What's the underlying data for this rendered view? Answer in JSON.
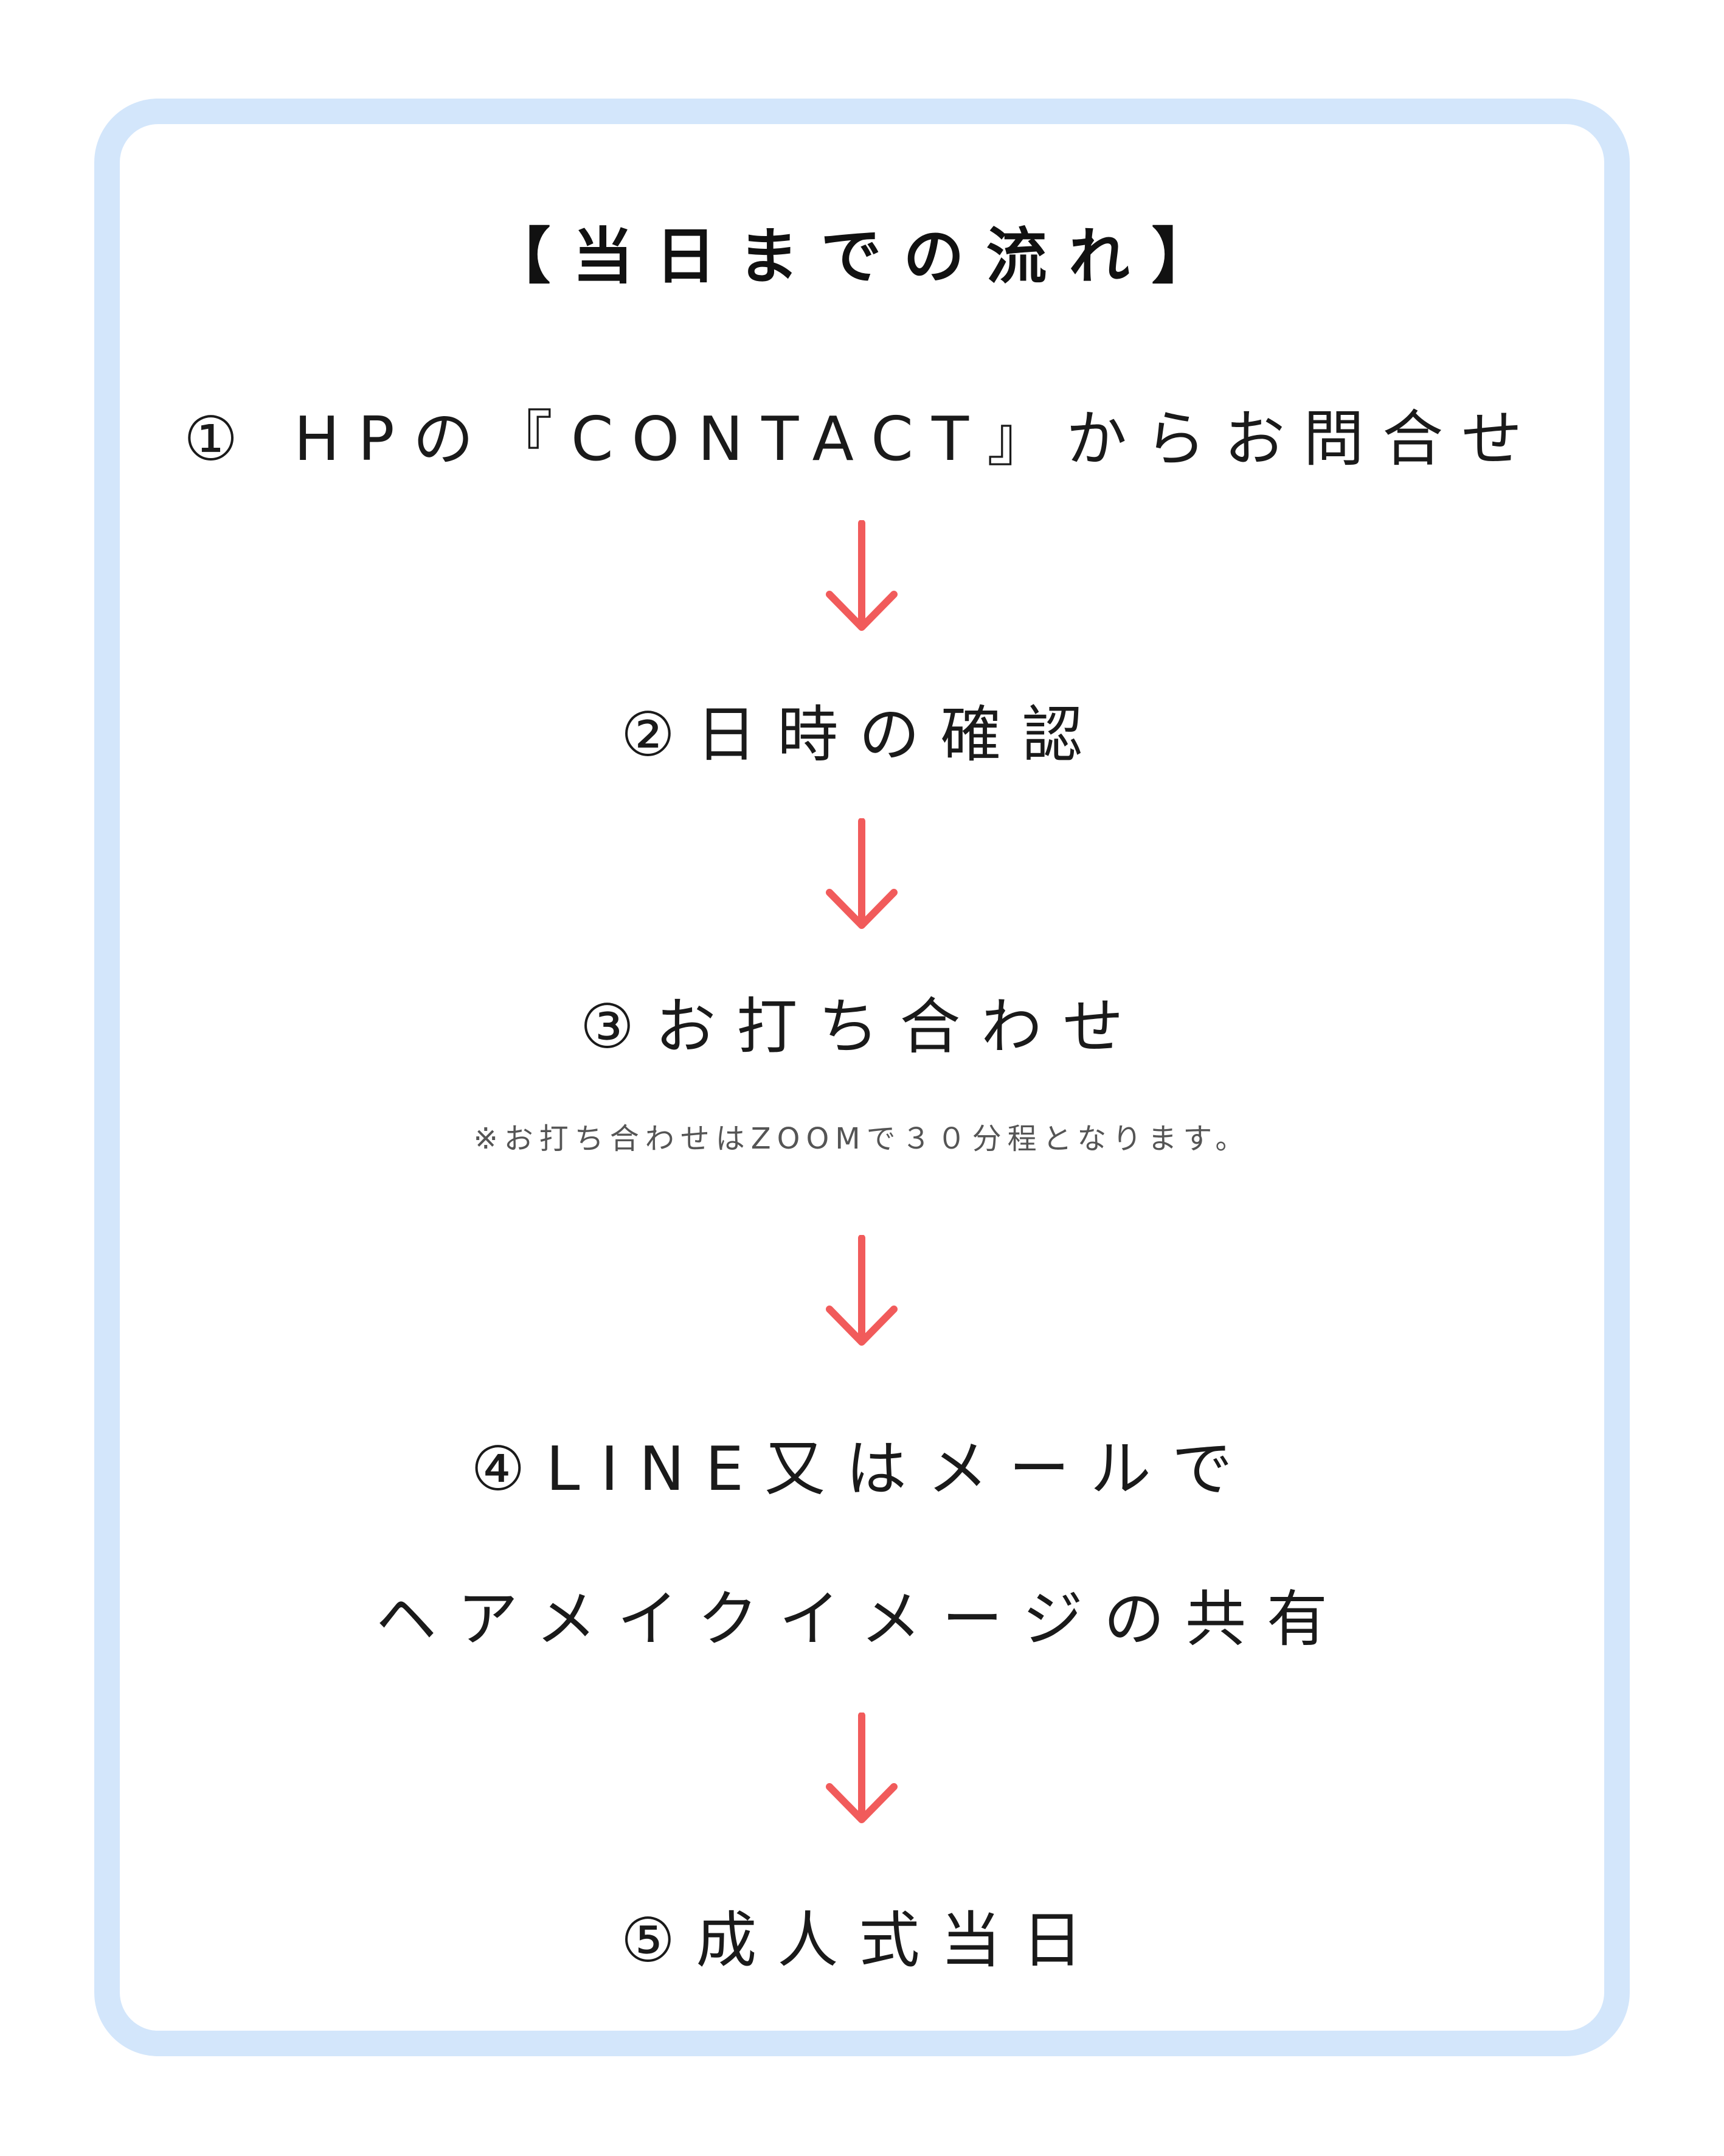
{
  "colors": {
    "frame_border": "#d3e6fb",
    "arrow": "#f15b5b",
    "text": "#1a1a1a",
    "note_text": "#555555"
  },
  "title": "【当日までの流れ】",
  "steps": [
    {
      "text": "① HPの『CONTACT』からお問合せ"
    },
    {
      "text": "②日時の確認"
    },
    {
      "text": "③お打ち合わせ",
      "note": "※お打ち合わせはZOOMで３０分程となります。"
    },
    {
      "text": "④LINE又はメールで",
      "text_line2": "ヘアメイクイメージの共有"
    },
    {
      "text": "⑤成人式当日"
    }
  ],
  "arrow_icon": "arrow-down-icon"
}
